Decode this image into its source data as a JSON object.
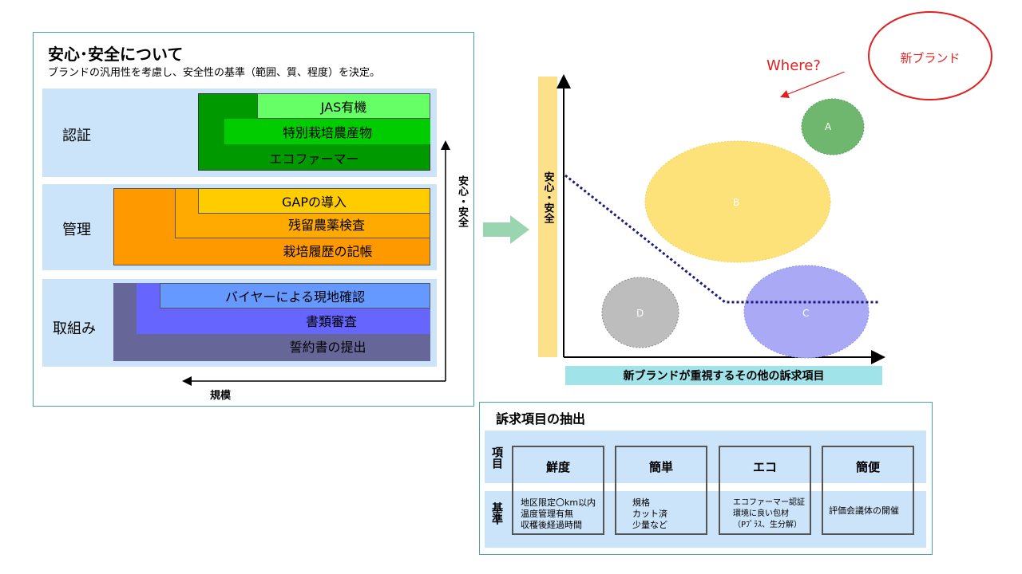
{
  "left_panel": {
    "title": "安心･安全について",
    "subtitle": "ブランドの汎用性を考慮し、安全性の基準（範囲、質、程度）を決定。",
    "rows": [
      {
        "label": "認証",
        "tiers": [
          "JAS有機",
          "特別栽培農産物",
          "エコファーマー"
        ]
      },
      {
        "label": "管理",
        "tiers": [
          "GAPの導入",
          "残留農薬検査",
          "栽培履歴の記帳"
        ]
      },
      {
        "label": "取組み",
        "tiers": [
          "バイヤーによる現地確認",
          "書類審査",
          "誓約書の提出"
        ]
      }
    ],
    "vertical_axis_label": "安心・安全",
    "horizontal_axis_label": "規模"
  },
  "positioning_map": {
    "y_axis_label": "安心・安全",
    "x_axis_label": "新ブランドが重視するその他の訴求項目",
    "new_brand_label": "新ブランド",
    "where_label": "Where?",
    "bubbles": [
      {
        "label": "A",
        "color": "#6fb66f"
      },
      {
        "label": "B",
        "color": "#fde27a"
      },
      {
        "label": "C",
        "color": "#a9a9f5"
      },
      {
        "label": "D",
        "color": "#bdbdbd"
      }
    ]
  },
  "appeal_panel": {
    "title": "訴求項目の抽出",
    "row_labels": {
      "item": "項目",
      "criteria": "基準"
    },
    "columns": [
      {
        "header": "鮮度",
        "criteria": [
          "地区限定〇km以内",
          "温度管理有無",
          "収穫後経過時間"
        ]
      },
      {
        "header": "簡単",
        "criteria": [
          "規格",
          "カット済",
          "少量など"
        ]
      },
      {
        "header": "エコ",
        "criteria": [
          "エコファーマー認証",
          "環境に良い包材",
          "（Pﾌﾟﾗｽ、生分解）"
        ]
      },
      {
        "header": "簡便",
        "criteria": [
          "評価会議体の開催"
        ]
      }
    ]
  },
  "colors": {
    "green_light": "#66ff66",
    "green_mid": "#00cc00",
    "green_dark": "#009900",
    "orange_light": "#ffcc00",
    "orange_mid": "#ffaa00",
    "orange_dark": "#ff9900",
    "blue_light": "#6699ff",
    "blue_mid": "#6666ff",
    "blue_dark": "#666699",
    "band": "#cce4fa",
    "accent_red": "#e02020",
    "axis_band_y": "#fde08a",
    "axis_band_x": "#a0e3e8"
  }
}
